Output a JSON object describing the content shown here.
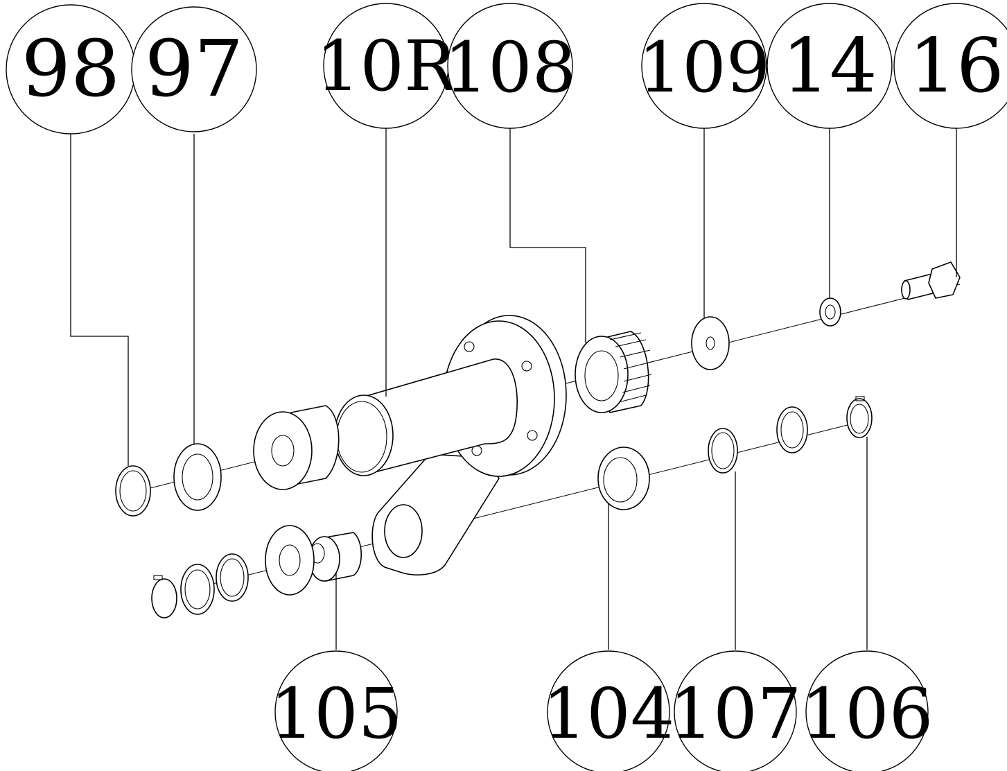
{
  "diagram": {
    "type": "exploded-assembly",
    "balloons": [
      {
        "id": "b98",
        "label": "98",
        "part": "ring-98"
      },
      {
        "id": "b97",
        "label": "97",
        "part": "washer-97"
      },
      {
        "id": "b10R",
        "label": "10R",
        "part": "hub-10R"
      },
      {
        "id": "b108",
        "label": "108",
        "part": "spline-hub-108"
      },
      {
        "id": "b109",
        "label": "109",
        "part": "washer-109"
      },
      {
        "id": "b14",
        "label": "14",
        "part": "lock-washer-14"
      },
      {
        "id": "b16",
        "label": "16",
        "part": "bolt-16"
      },
      {
        "id": "b105",
        "label": "105",
        "part": "bushing-105"
      },
      {
        "id": "b104",
        "label": "104",
        "part": "bushing-104"
      },
      {
        "id": "b107",
        "label": "107",
        "part": "ring-107"
      },
      {
        "id": "b106",
        "label": "106",
        "part": "circlip-106"
      }
    ]
  }
}
